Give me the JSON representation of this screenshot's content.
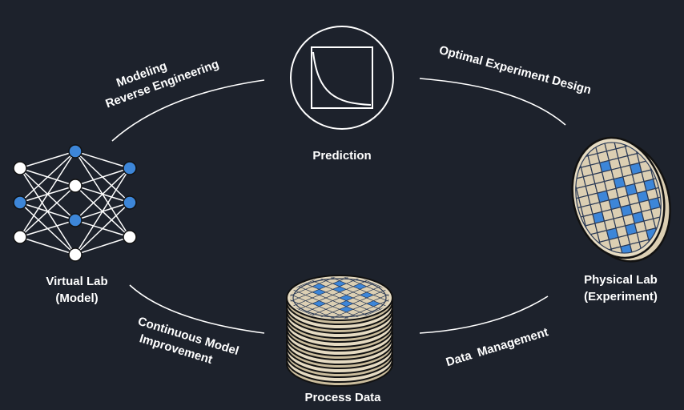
{
  "nodes": {
    "prediction": {
      "label": "Prediction"
    },
    "virtual_lab": {
      "label_line1": "Virtual Lab",
      "label_line2": "(Model)"
    },
    "physical_lab": {
      "label_line1": "Physical Lab",
      "label_line2": "(Experiment)"
    },
    "process_data": {
      "label": "Process Data"
    }
  },
  "edges": {
    "modeling": {
      "line1": "Modeling",
      "line2": "Reverse Engineering"
    },
    "optimal_design": {
      "label": "Optimal Experiment Design"
    },
    "continuous_improvement": {
      "line1": "Continuous Model",
      "line2": "Improvement"
    },
    "data_management": {
      "label": "Data  Management"
    }
  },
  "colors": {
    "background": "#1d222c",
    "highlight": "#3d86d8",
    "wafer": "#dccfb3",
    "line": "#ffffff"
  }
}
